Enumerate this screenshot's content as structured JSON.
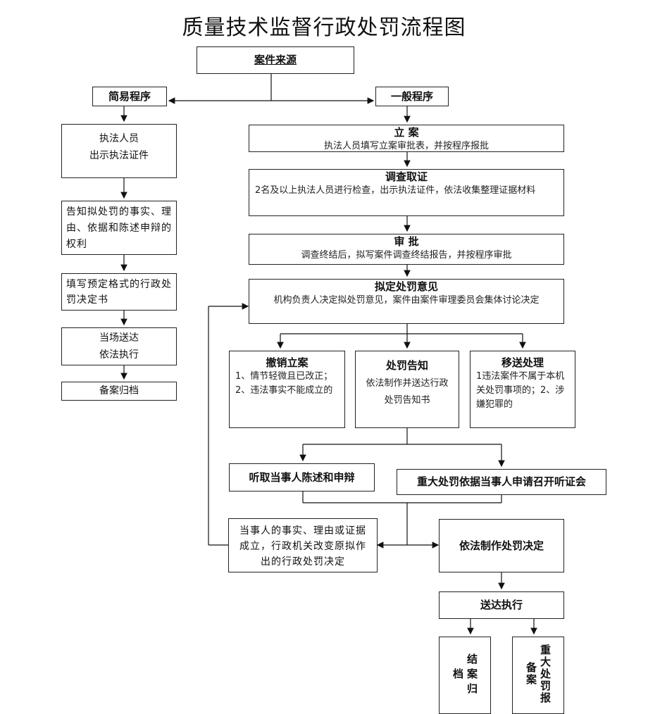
{
  "title": "质量技术监督行政处罚流程图",
  "source": "案件来源",
  "simple": {
    "label": "简易程序",
    "step1": "执法人员\n出示执法证件",
    "step2": "告知拟处罚的事实、理由、依据和陈述申辩的权利",
    "step3": "填写预定格式的行政处罚决定书",
    "step4": "当场送达\n依法执行",
    "step5": "备案归档"
  },
  "general": {
    "label": "一般程序",
    "filing_head": "立 案",
    "filing_body": "执法人员填写立案审批表，并按程序报批",
    "invest_head": "调查取证",
    "invest_body": "2名及以上执法人员进行检查，出示执法证件，依法收集整理证据材料",
    "approve_head": "审 批",
    "approve_body": "调查终结后，拟写案件调查终结报告，并按程序审批",
    "opinion_head": "拟定处罚意见",
    "opinion_body": "机构负责人决定拟处罚意见，案件由案件审理委员会集体讨论决定",
    "revoke_head": "撤销立案",
    "revoke_body": "1、情节轻微且已改正；2、违法事实不能成立的",
    "notify_head": "处罚告知",
    "notify_body": "依法制作并送达行政处罚告知书",
    "transfer_head": "移送处理",
    "transfer_body": "1违法案件不属于本机关处罚事项的；2、涉嫌犯罪的",
    "hearing_statement": "听取当事人陈述和申辩",
    "hearing_major": "重大处罚依据当事人申请召开听证会",
    "change": "当事人的事实、理由或证据成立，行政机关改变原拟作出的行政处罚决定",
    "decision": "依法制作处罚决定",
    "execute": "送达执行",
    "archive": "结案归档",
    "major_record": "重大处罚报备案"
  }
}
